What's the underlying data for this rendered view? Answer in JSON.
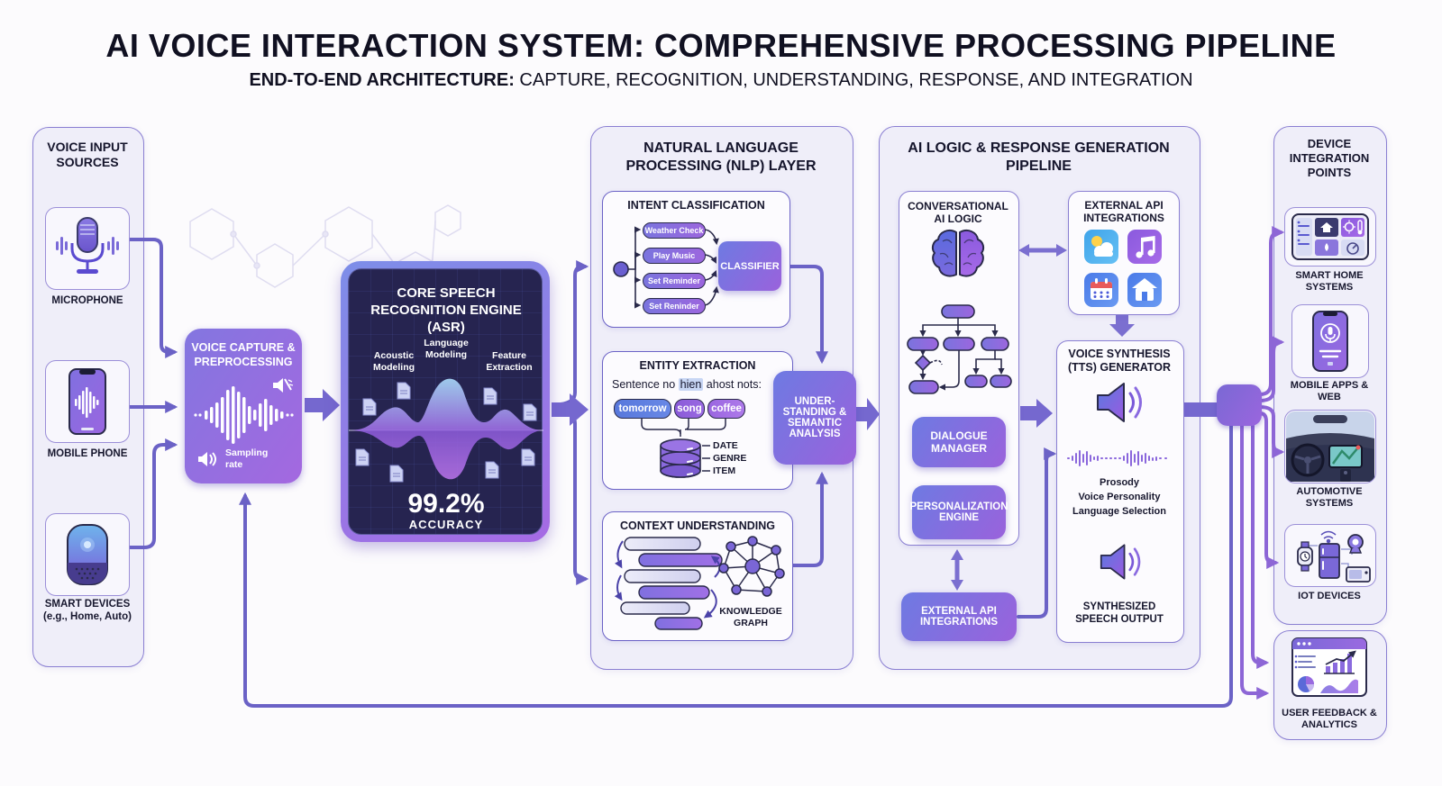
{
  "header": {
    "title": "AI VOICE INTERACTION SYSTEM: COMPREHENSIVE PROCESSING PIPELINE",
    "subtitle_bold": "END-TO-END ARCHITECTURE:",
    "subtitle_rest": " CAPTURE, RECOGNITION, UNDERSTANDING, RESPONSE, AND INTEGRATION"
  },
  "voice_input": {
    "title": "VOICE INPUT SOURCES",
    "items": [
      {
        "label": "MICROPHONE",
        "icon": "microphone-icon"
      },
      {
        "label": "MOBILE PHONE",
        "icon": "mobile-phone-icon"
      },
      {
        "label": "SMART DEVICES",
        "sublabel": "(e.g., Home, Auto)",
        "icon": "smart-speaker-icon"
      }
    ]
  },
  "capture": {
    "title": "VOICE CAPTURE & PREPROCESSING",
    "sampling_label": "Sampling rate",
    "icons": [
      "noise-mute-icon",
      "waveform-icon",
      "volume-icon"
    ]
  },
  "asr": {
    "title": "CORE SPEECH RECOGNITION ENGINE (ASR)",
    "labels": [
      "Acoustic Modeling",
      "Language Modeling",
      "Feature Extraction"
    ],
    "accuracy_value": "99.2%",
    "accuracy_label": "ACCURACY"
  },
  "nlp": {
    "title": "NATURAL LANGUAGE PROCESSING (NLP) LAYER",
    "intent": {
      "title": "INTENT CLASSIFICATION",
      "pills": [
        "Weather Check",
        "Play Music",
        "Set Reminder",
        "Set Reninder"
      ],
      "classifier": "CLASSIFIER"
    },
    "entity": {
      "title": "ENTITY EXTRACTION",
      "sentence_pre": "Sentence no ",
      "sentence_hl": "hien",
      "sentence_post": " ahost nots:",
      "pills": [
        "tomorrow",
        "song",
        "coffee"
      ],
      "db_labels": [
        "DATE",
        "GENRE",
        "ITEM"
      ]
    },
    "context": {
      "title": "CONTEXT UNDERSTANDING",
      "graph_label": "KNOWLEDGE GRAPH"
    },
    "understanding": {
      "lines": [
        "UNDER-",
        "STANDING &",
        "SEMANTIC",
        "ANALYSIS"
      ]
    }
  },
  "ai_logic": {
    "title": "AI LOGIC & RESPONSE GENERATION PIPELINE",
    "conversational": {
      "title": "CONVERSATIONAL AI LOGIC",
      "dialogue_manager": "DIALOGUE MANAGER",
      "personalization": "PERSONALIZATION ENGINE"
    },
    "external_api_top": {
      "title": "EXTERNAL API INTEGRATIONS",
      "icons": [
        "weather-icon",
        "music-icon",
        "calendar-icon",
        "smart-home-icon"
      ]
    },
    "external_api_bottom": {
      "title": "EXTERNAL API INTEGRATIONS"
    },
    "tts": {
      "title": "VOICE SYNTHESIS (TTS) GENERATOR",
      "features": [
        "Prosody",
        "Voice Personality",
        "Language Selection"
      ],
      "output": "SYNTHESIZED SPEECH OUTPUT"
    }
  },
  "devices": {
    "title": "DEVICE INTEGRATION POINTS",
    "items": [
      {
        "label": "SMART HOME SYSTEMS",
        "icon": "smart-home-panel-icon"
      },
      {
        "label": "MOBILE APPS & WEB",
        "icon": "mobile-app-icon"
      },
      {
        "label": "AUTOMOTIVE SYSTEMS",
        "icon": "car-dashboard-icon"
      },
      {
        "label": "IOT DEVICES",
        "icon": "iot-devices-icon"
      }
    ]
  },
  "feedback": {
    "label": "USER FEEDBACK & ANALYTICS",
    "icon": "analytics-dashboard-icon"
  },
  "colors": {
    "accent_purple": "#7b6fd0",
    "panel_border": "#8a7fd2",
    "dark_navy": "#262450",
    "arrow": "#6b62c6",
    "fan_arrow": "#8d66d6"
  }
}
